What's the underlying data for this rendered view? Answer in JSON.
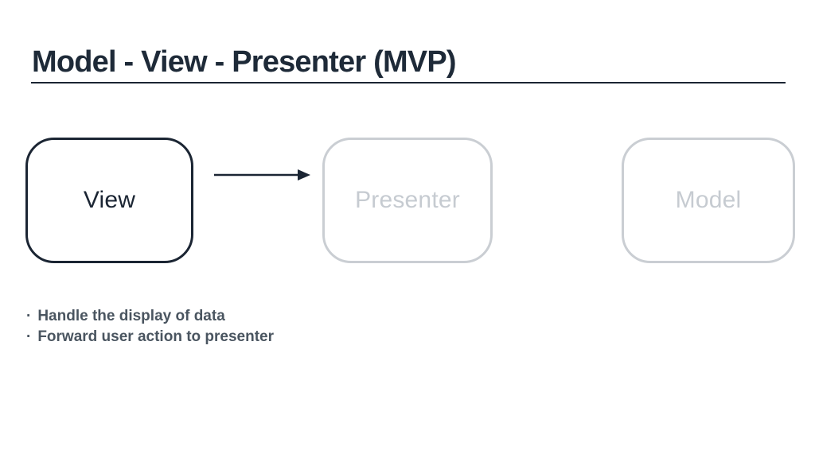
{
  "slide": {
    "title": "Model - View - Presenter (MVP)",
    "bullet_glyph": "·",
    "bullets": [
      "Handle the display of data",
      "Forward user action to presenter"
    ],
    "diagram": {
      "nodes": [
        {
          "id": "view",
          "label": "View",
          "state": "active"
        },
        {
          "id": "presenter",
          "label": "Presenter",
          "state": "inactive"
        },
        {
          "id": "model",
          "label": "Model",
          "state": "inactive"
        }
      ],
      "arrow": {
        "from": "View",
        "to": "Presenter",
        "direction": "right"
      }
    },
    "colors": {
      "background": "#ffffff",
      "dark_navy": "#1b2533",
      "title_text": "#1e2a38",
      "inactive_border": "#caced3",
      "inactive_text": "#c6cbd1",
      "bullet_text": "#4a5560"
    }
  }
}
